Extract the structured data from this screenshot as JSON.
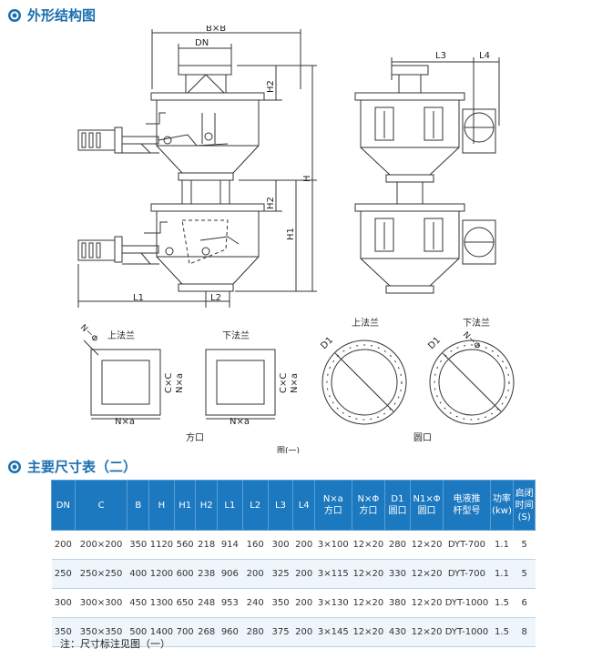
{
  "section1": {
    "title": "外形结构图",
    "icon": "circle-dot-icon"
  },
  "drawing": {
    "dims_main": {
      "bxb": "B×B",
      "dn": "DN",
      "h2_top": "H2",
      "h2_bottom": "H2",
      "h": "H",
      "h1": "H1",
      "l1": "L1",
      "l2": "L2"
    },
    "dims_side": {
      "l3": "L3",
      "l4": "L4"
    },
    "flanges": {
      "upper_square": "上法兰",
      "lower_square": "下法兰",
      "upper_round": "上法兰",
      "lower_round": "下法兰",
      "n_phi": "N－Φ",
      "nxa_bottom": "N×a",
      "cxc": "C×C",
      "nxa_side": "N×a",
      "nxa_bottom2": "N×a",
      "cxc2": "C×C",
      "nxa_side2": "N×a",
      "d1": "D1",
      "d1_2": "D1",
      "n_phi2": "N－Φ",
      "square_caption": "方口",
      "round_caption": "圆口"
    },
    "figure_caption": "图(一)"
  },
  "section2": {
    "title": "主要尺寸表（二）",
    "icon": "circle-dot-icon"
  },
  "table": {
    "headers": [
      {
        "main": "DN",
        "sub": ""
      },
      {
        "main": "C",
        "sub": ""
      },
      {
        "main": "B",
        "sub": ""
      },
      {
        "main": "H",
        "sub": ""
      },
      {
        "main": "H1",
        "sub": ""
      },
      {
        "main": "H2",
        "sub": ""
      },
      {
        "main": "L1",
        "sub": ""
      },
      {
        "main": "L2",
        "sub": ""
      },
      {
        "main": "L3",
        "sub": ""
      },
      {
        "main": "L4",
        "sub": ""
      },
      {
        "main": "N×a",
        "sub": "方口"
      },
      {
        "main": "N×Φ",
        "sub": "方口"
      },
      {
        "main": "D1",
        "sub": "圆口"
      },
      {
        "main": "N1×Φ",
        "sub": "圆口"
      },
      {
        "main": "电液推",
        "sub": "杆型号"
      },
      {
        "main": "功率",
        "sub": "(kw)"
      },
      {
        "main": "启闭",
        "sub": "时间(S)"
      }
    ],
    "rows": [
      [
        "200",
        "200×200",
        "350",
        "1120",
        "560",
        "218",
        "914",
        "160",
        "300",
        "200",
        "3×100",
        "12×20",
        "280",
        "12×20",
        "DYT-700",
        "1.1",
        "5"
      ],
      [
        "250",
        "250×250",
        "400",
        "1200",
        "600",
        "238",
        "906",
        "200",
        "325",
        "200",
        "3×115",
        "12×20",
        "330",
        "12×20",
        "DYT-700",
        "1.1",
        "5"
      ],
      [
        "300",
        "300×300",
        "450",
        "1300",
        "650",
        "248",
        "953",
        "240",
        "350",
        "200",
        "3×130",
        "12×20",
        "380",
        "12×20",
        "DYT-1000",
        "1.5",
        "6"
      ],
      [
        "350",
        "350×350",
        "500",
        "1400",
        "700",
        "268",
        "960",
        "280",
        "375",
        "200",
        "3×145",
        "12×20",
        "430",
        "12×20",
        "DYT-1000",
        "1.5",
        "8"
      ]
    ]
  },
  "note": "注：尺寸标注见图（一）",
  "colors": {
    "accent": "#1a6fb0",
    "header_bg": "#1c79c0",
    "stripe": "#eef5fb"
  }
}
